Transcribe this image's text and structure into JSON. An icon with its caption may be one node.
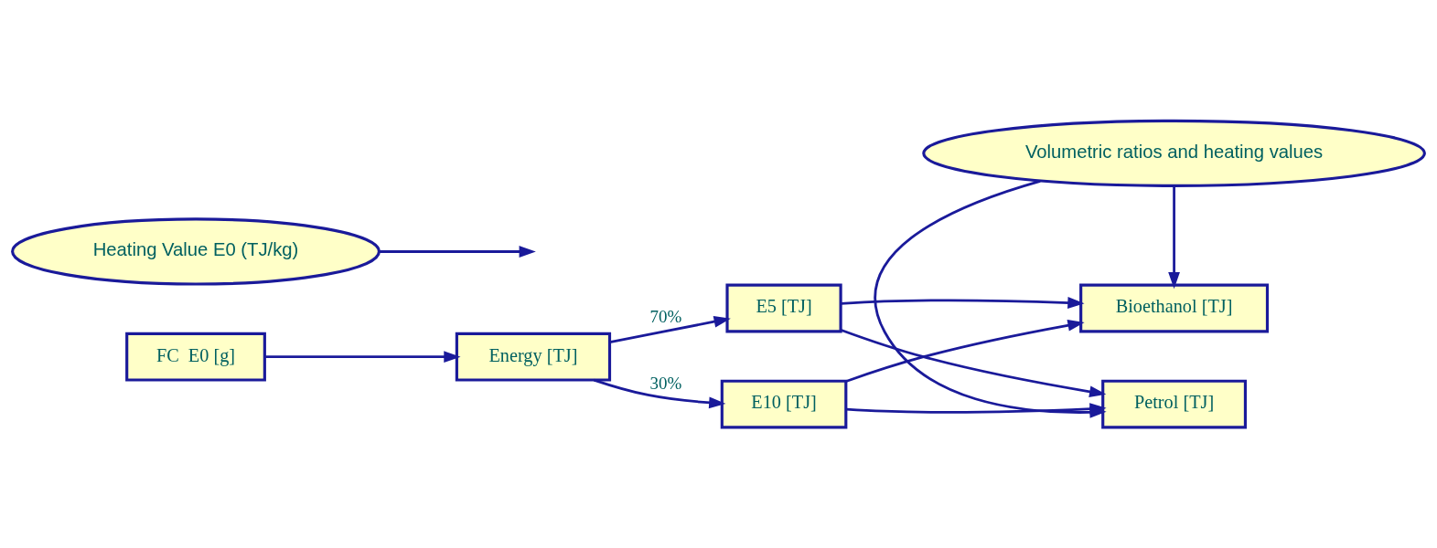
{
  "diagram": {
    "nodes": [
      {
        "text": [
          "FC  E0 [g]"
        ]
      },
      {
        "text": [
          "Heating Value E0 (TJ/kg)"
        ]
      },
      {
        "text": [
          "Energy [TJ]"
        ]
      },
      {
        "text": [
          "E5 [TJ]"
        ]
      },
      {
        "text": [
          "E10 [TJ]"
        ]
      },
      {
        "text": [
          "Bioethanol [TJ]"
        ]
      },
      {
        "text": [
          "Volumetric ratios and heating values"
        ]
      },
      {
        "text": [
          "Petrol [TJ]"
        ]
      }
    ],
    "edges": [
      {
        "from": 0,
        "to": 2,
        "arrow": "to"
      },
      {
        "from": 1,
        "to": null,
        "arrow": "to"
      },
      {
        "from": 2,
        "to": 3,
        "arrow": "to",
        "label": "70%"
      },
      {
        "from": 2,
        "to": 4,
        "arrow": "to",
        "label": "30%"
      },
      {
        "from": 3,
        "to": 5,
        "arrow": "to"
      },
      {
        "from": 3,
        "to": 7,
        "arrow": "to"
      },
      {
        "from": 4,
        "to": 5,
        "arrow": "to"
      },
      {
        "from": 4,
        "to": 7,
        "arrow": "to"
      },
      {
        "from": 6,
        "to": 5,
        "arrow": "to"
      },
      {
        "from": 6,
        "to": 7,
        "arrow": "to"
      }
    ]
  }
}
